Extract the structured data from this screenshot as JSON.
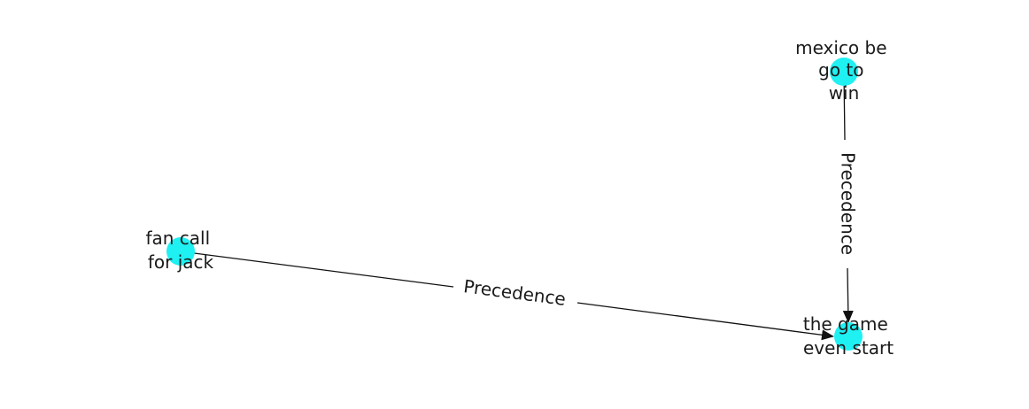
{
  "graph": {
    "node_color": "#1ff0f2",
    "edge_color": "#111111",
    "nodes": [
      {
        "id": "n1",
        "lines": [
          "mexico be",
          "go to",
          "win"
        ]
      },
      {
        "id": "n2",
        "lines": [
          "fan call",
          "for jack"
        ]
      },
      {
        "id": "n3",
        "lines": [
          "the game",
          "even start"
        ]
      }
    ],
    "edges": [
      {
        "from": "n1",
        "to": "n3",
        "label": "Precedence"
      },
      {
        "from": "n2",
        "to": "n3",
        "label": "Precedence"
      }
    ]
  }
}
